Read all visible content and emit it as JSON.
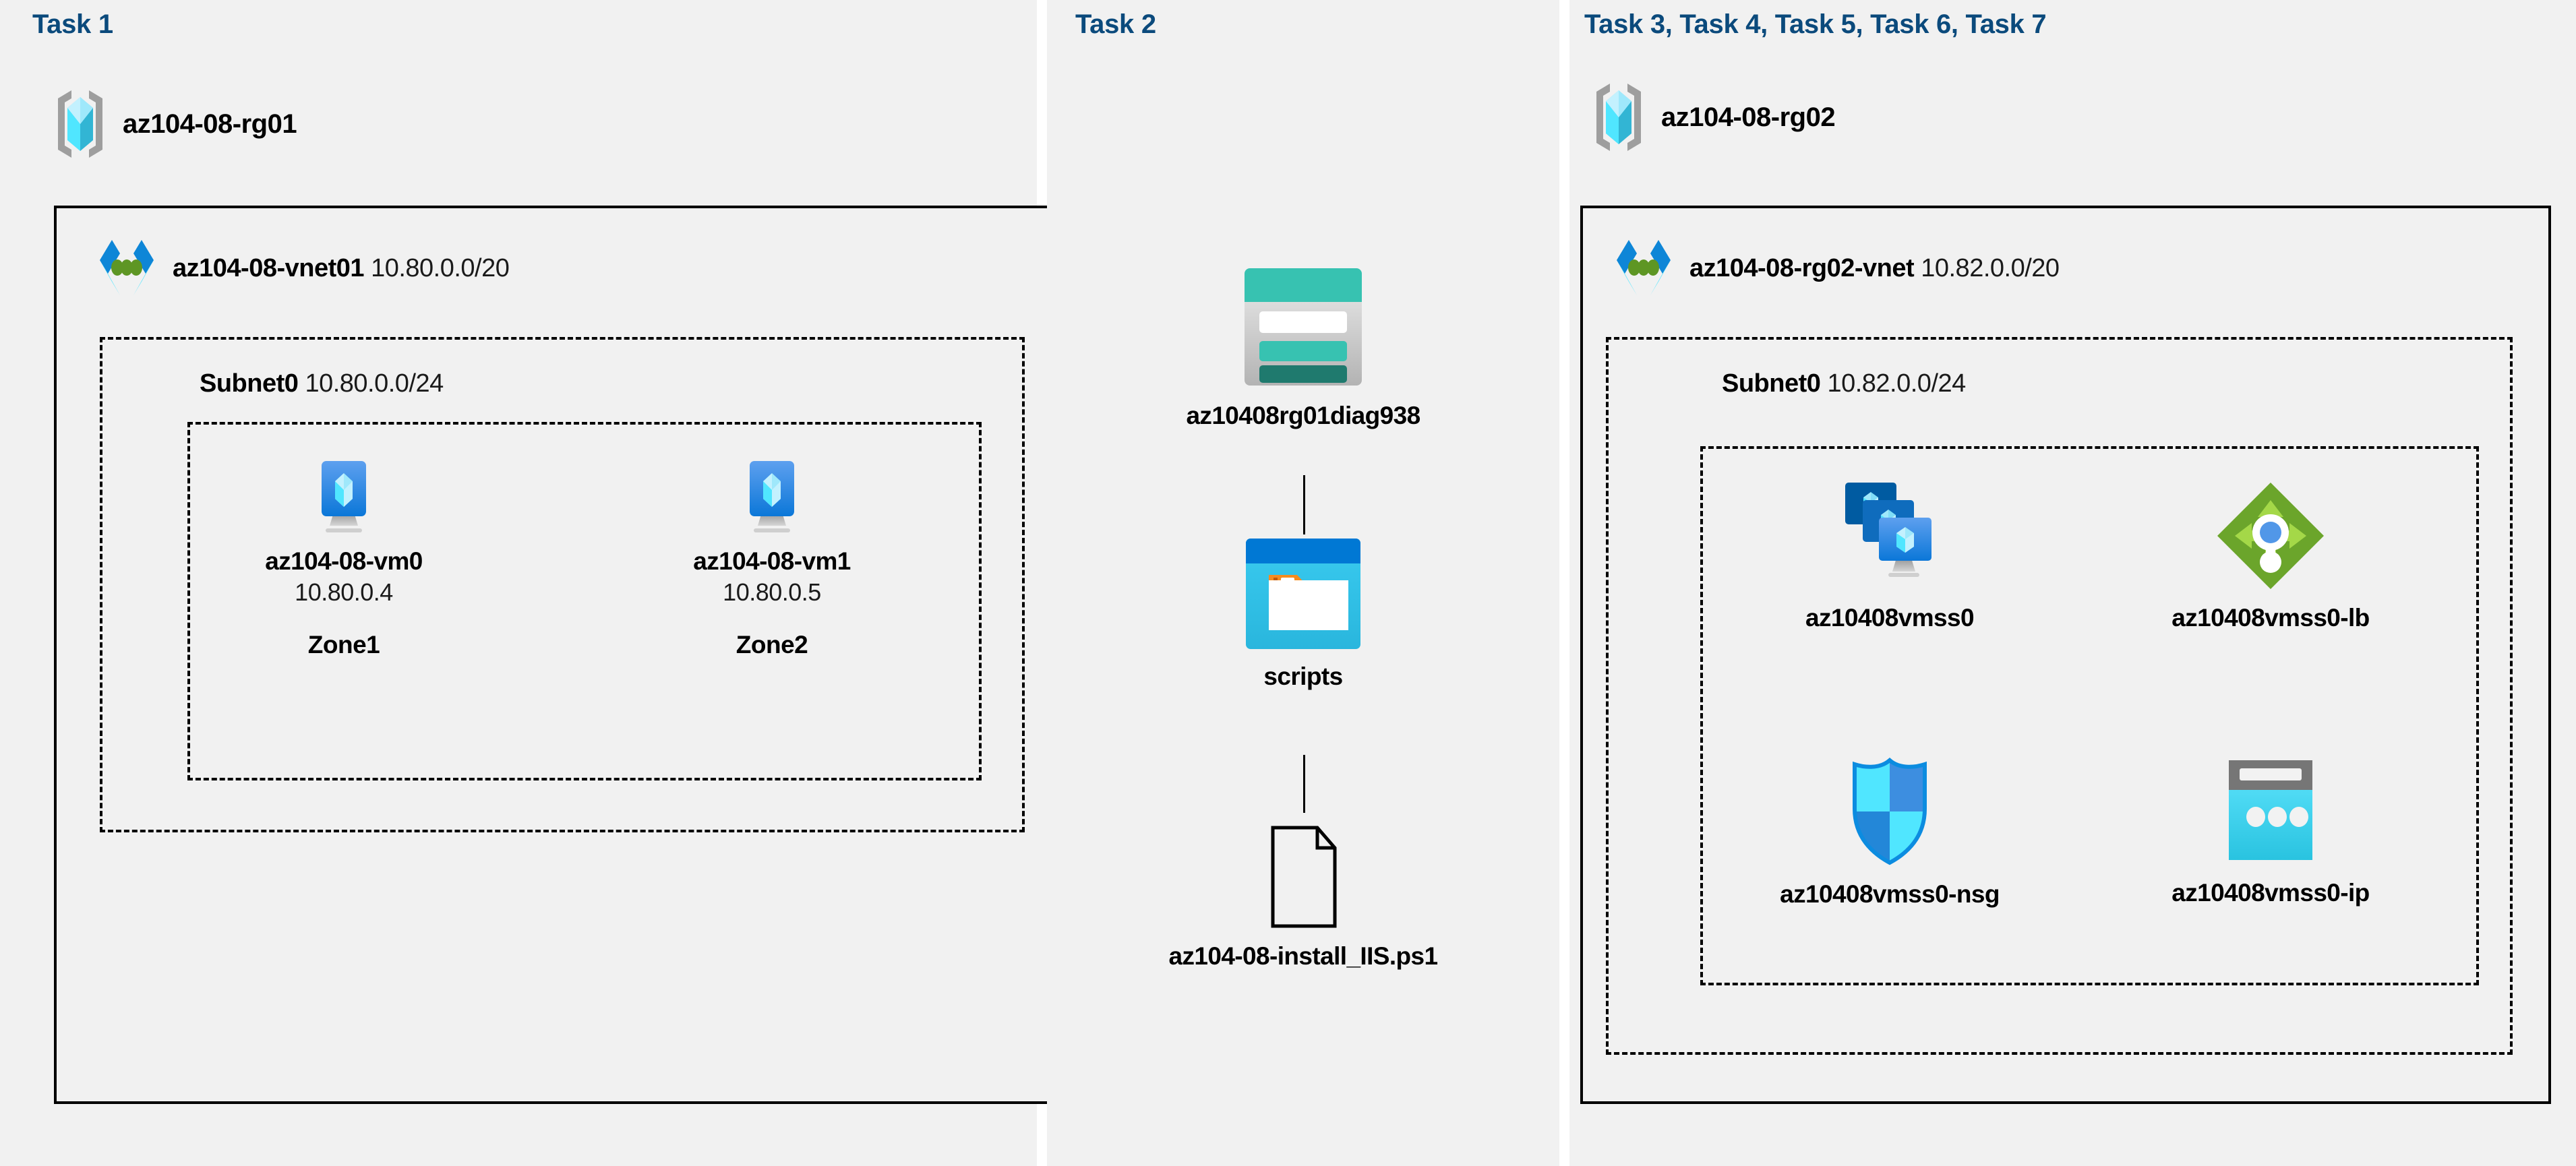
{
  "panels": [
    {
      "task_label": "Task 1"
    },
    {
      "task_label": "Task 2"
    },
    {
      "task_label": "Task 3, Task 4, Task 5, Task 6, Task 7"
    }
  ],
  "task1": {
    "resource_group": {
      "name": "az104-08-rg01",
      "icon": "resource-group-icon"
    },
    "vnet": {
      "name": "az104-08-vnet01",
      "cidr": "10.80.0.0/20",
      "icon": "virtual-network-icon"
    },
    "subnet": {
      "name": "Subnet0",
      "cidr": "10.80.0.0/24"
    },
    "vms": [
      {
        "name": "az104-08-vm0",
        "ip": "10.80.0.4",
        "zone": "Zone1",
        "icon": "virtual-machine-icon"
      },
      {
        "name": "az104-08-vm1",
        "ip": "10.80.0.5",
        "zone": "Zone2",
        "icon": "virtual-machine-icon"
      }
    ]
  },
  "task2": {
    "storage_account": {
      "name": "az10408rg01diag938",
      "icon": "storage-account-icon"
    },
    "container": {
      "name": "scripts",
      "icon": "blob-container-icon"
    },
    "blob_file": {
      "name": "az104-08-install_IIS.ps1",
      "icon": "file-icon"
    }
  },
  "task3": {
    "resource_group": {
      "name": "az104-08-rg02",
      "icon": "resource-group-icon"
    },
    "vnet": {
      "name": "az104-08-rg02-vnet",
      "cidr": "10.82.0.0/20",
      "icon": "virtual-network-icon"
    },
    "subnet": {
      "name": "Subnet0",
      "cidr": "10.82.0.0/24"
    },
    "resources": [
      {
        "name": "az10408vmss0",
        "icon": "vm-scale-set-icon"
      },
      {
        "name": "az10408vmss0-lb",
        "icon": "load-balancer-icon"
      },
      {
        "name": "az10408vmss0-nsg",
        "icon": "network-security-group-icon"
      },
      {
        "name": "az10408vmss0-ip",
        "icon": "public-ip-address-icon"
      }
    ]
  },
  "colors": {
    "task_label": "#0B4A7C",
    "panel_background": "#f1f1f1",
    "border": "#000000",
    "azure_blue": "#0078D4",
    "azure_cyan": "#50E6FF",
    "storage_teal": "#37C2B1",
    "storage_teal_dark": "#1F7A6E",
    "lb_green": "#6BA52B",
    "lb_green_light": "#A4D848"
  }
}
